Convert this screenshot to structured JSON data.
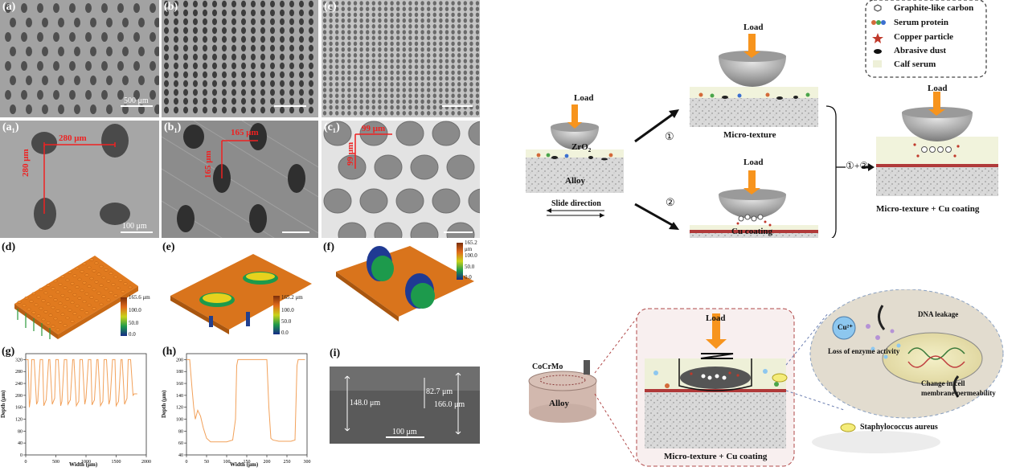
{
  "figure": {
    "panel_labels": {
      "a": "(a)",
      "b": "(b)",
      "c": "(c)",
      "a1": "(a₁)",
      "b1": "(b₁)",
      "c1": "(c₁)",
      "d": "(d)",
      "e": "(e)",
      "f": "(f)",
      "g": "(g)",
      "h": "(h)",
      "i": "(i)"
    },
    "scalebar_a": "500 μm",
    "scalebar_a1": "100 μm",
    "dim_a1_h": "280 μm",
    "dim_a1_v": "280 μm",
    "dim_b1_h": "165 μm",
    "dim_b1_v": "165 μm",
    "dim_c1_h": "99 μm",
    "dim_c1_v": "99 μm",
    "colorbar_d": {
      "max": "165.6 μm",
      "ticks": [
        "100.0",
        "50.0",
        "0.0"
      ]
    },
    "colorbar_e": {
      "max": "165.2 μm",
      "ticks": [
        "100.0",
        "50.0",
        "0.0"
      ]
    },
    "colorbar_f": {
      "max": "165.2 μm",
      "ticks": [
        "100.0",
        "50.0",
        "0.0"
      ]
    },
    "sem_i": {
      "d1": "148.0 μm",
      "d2": "82.7 μm",
      "d3": "166.0 μm",
      "scale": "100 μm"
    }
  },
  "chart_data": [
    {
      "type": "line",
      "xlabel": "Width (μm)",
      "ylabel": "Depth (μm)",
      "xlim": [
        0,
        2000
      ],
      "ylim": [
        0,
        340
      ],
      "xticks": [
        "0",
        "500",
        "1000",
        "1500",
        "2000"
      ],
      "yticks": [
        "0",
        "40",
        "80",
        "120",
        "160",
        "200",
        "240",
        "280",
        "320"
      ],
      "color": "#f2a15a",
      "x": [
        0,
        40,
        60,
        80,
        100,
        140,
        180,
        200,
        240,
        280,
        300,
        340,
        380,
        400,
        440,
        480,
        500,
        540,
        580,
        600,
        640,
        680,
        700,
        740,
        780,
        800,
        840,
        880,
        900,
        940,
        980,
        1000,
        1040,
        1080,
        1100,
        1140,
        1180,
        1200,
        1240,
        1280,
        1300,
        1340,
        1380,
        1400,
        1440,
        1480,
        1500,
        1540,
        1580,
        1600,
        1640,
        1680,
        1700,
        1740,
        1780,
        1800,
        1850
      ],
      "y": [
        320,
        320,
        160,
        190,
        320,
        320,
        170,
        180,
        320,
        320,
        165,
        185,
        320,
        320,
        170,
        190,
        320,
        320,
        165,
        180,
        320,
        320,
        170,
        185,
        320,
        320,
        165,
        180,
        320,
        320,
        170,
        190,
        320,
        320,
        168,
        185,
        320,
        320,
        165,
        180,
        320,
        320,
        170,
        185,
        320,
        320,
        165,
        180,
        320,
        320,
        170,
        190,
        320,
        320,
        200,
        205,
        205
      ]
    },
    {
      "type": "line",
      "xlabel": "Width (μm)",
      "ylabel": "Depth (μm)",
      "xlim": [
        0,
        300
      ],
      "ylim": [
        40,
        210
      ],
      "xticks": [
        "0",
        "50",
        "100",
        "150",
        "200",
        "250",
        "300"
      ],
      "yticks": [
        "40",
        "60",
        "80",
        "100",
        "120",
        "140",
        "160",
        "180",
        "200"
      ],
      "color": "#f2a15a",
      "x": [
        0,
        8,
        14,
        18,
        22,
        28,
        35,
        42,
        50,
        60,
        80,
        100,
        115,
        122,
        125,
        128,
        140,
        180,
        200,
        205,
        210,
        215,
        230,
        260,
        270,
        275,
        278,
        285,
        295
      ],
      "y": [
        200,
        200,
        150,
        120,
        100,
        115,
        105,
        85,
        68,
        62,
        62,
        62,
        65,
        100,
        190,
        200,
        200,
        200,
        200,
        120,
        68,
        65,
        63,
        63,
        65,
        190,
        200,
        200,
        200
      ]
    }
  ],
  "scheme_top": {
    "load": "Load",
    "zro2": "ZrO",
    "zro2_sub": "2",
    "alloy": "Alloy",
    "slide": "Slide direction",
    "path1": "①",
    "path2": "②",
    "micro_texture": "Micro-texture",
    "cu_coating": "Cu coating",
    "combined": "①+②",
    "micro_cu": "Micro-texture + Cu coating",
    "legend": [
      {
        "label": "Graphite-like carbon",
        "icon": "hexagon-icon"
      },
      {
        "label": "Serum protein",
        "icon": "dots-icon"
      },
      {
        "label": "Copper particle",
        "icon": "star-icon"
      },
      {
        "label": "Abrasive dust",
        "icon": "ellipse-icon"
      },
      {
        "label": "Calf serum",
        "icon": "square-icon"
      }
    ]
  },
  "scheme_bottom": {
    "cocrmo": "CoCrMo",
    "alloy": "Alloy",
    "load": "Load",
    "caption": "Micro-texture + Cu coating",
    "cu_ion": "Cu²⁺",
    "dna": "DNA leakage",
    "enzyme": "Loss of enzyme activity",
    "membrane1": "Change in cell",
    "membrane2": "membrane permeability",
    "bacteria": "Staphylococcus aureus"
  },
  "colors": {
    "orange": "#f7941d",
    "copper": "#c0392b",
    "green": "#2e8b57",
    "blue": "#1f3a93"
  }
}
